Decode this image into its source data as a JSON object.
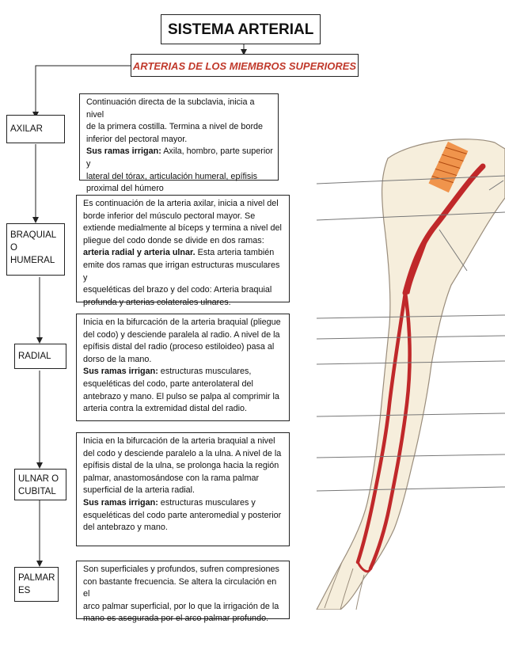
{
  "title": "SISTEMA ARTERIAL",
  "subtitle": "ARTERIAS DE LOS MIEMBROS SUPERIORES",
  "arteries": [
    {
      "name": "AXILAR",
      "description_lines": [
        "Continuación directa de la subclavia, inicia a nivel",
        "de la primera costilla. Termina a nivel de borde",
        "inferior del pectoral mayor."
      ],
      "bold_label": "Sus ramas irrigan:",
      "after_bold": [
        " Axila, hombro, parte superior y",
        "lateral del tórax, articulación humeral, epífisis",
        "proximal del húmero"
      ]
    },
    {
      "name_lines": [
        "BRAQUIAL",
        "O",
        "HUMERAL"
      ],
      "description_lines": [
        "Es continuación de la arteria axilar, inicia a nivel del",
        "borde inferior del músculo pectoral mayor. Se",
        "extiende medialmente al bíceps y termina a nivel del",
        "pliegue del codo donde se divide en dos ramas:"
      ],
      "bold_label": "arteria radial y arteria ulnar.",
      "after_bold": [
        " Esta arteria también",
        "emite dos ramas que irrigan estructuras musculares y",
        "esqueléticas del brazo y del codo: Arteria braquial",
        "profunda y arterias colaterales ulnares."
      ]
    },
    {
      "name": "RADIAL",
      "description_lines": [
        "Inicia en la bifurcación de la arteria braquial (pliegue",
        "del codo)  y desciende paralela al radio. A nivel de la",
        "epífisis distal del radio (proceso estiloideo) pasa al",
        "dorso de la mano."
      ],
      "bold_label": "Sus ramas irrigan:",
      "after_bold": [
        " estructuras musculares,",
        "esqueléticas del codo, parte anterolateral del",
        "antebrazo y mano. El pulso se palpa al comprimir la",
        "arteria contra la extremidad distal del radio."
      ]
    },
    {
      "name_lines": [
        "ULNAR  O",
        "CUBITAL"
      ],
      "description_lines": [
        " Inicia en la bifurcación de la arteria braquial a nivel",
        "del codo y desciende paralelo a la ulna. A nivel de la",
        "epífisis distal de la ulna, se prolonga hacia la región",
        "palmar, anastomosándose con la rama palmar",
        "superficial de la arteria radial."
      ],
      "bold_label": "Sus ramas irrigan:",
      "after_bold": [
        " estructuras musculares y",
        "esqueléticas del codo parte anteromedial y posterior",
        "del antebrazo y mano."
      ]
    },
    {
      "name_lines": [
        "PALMAR",
        "ES"
      ],
      "description_lines": [
        "Son superficiales y profundos, sufren compresiones",
        "con bastante frecuencia. Se altera la circulación en el",
        "arco palmar superficial, por lo que la irrigación de la",
        "mano es asegurada por el arco palmar profundo."
      ],
      "bold_label": "",
      "after_bold": []
    }
  ],
  "colors": {
    "subtitle": "#c0392b",
    "artery": "#c0282a",
    "skin": "#f6eedc",
    "axillary_highlight": "#f08a3c"
  }
}
